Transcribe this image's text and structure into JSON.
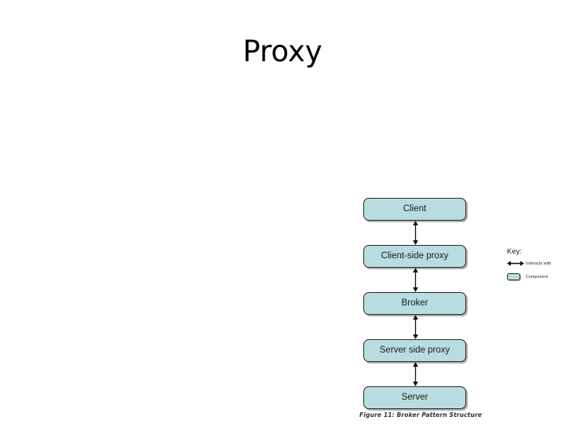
{
  "slide": {
    "title": "Proxy",
    "background_color": "#ffffff"
  },
  "figure": {
    "caption": "Figure 11:  Broker Pattern Structure",
    "component_fill_color": "#b8dde0",
    "component_border_color": "#2b2b2b",
    "nodes": [
      {
        "label": "Client"
      },
      {
        "label": "Client-side proxy"
      },
      {
        "label": "Broker"
      },
      {
        "label": "Server side proxy"
      },
      {
        "label": "Server"
      }
    ],
    "connectors": [
      {
        "from": "Client",
        "to": "Client-side proxy",
        "style": "double-arrow"
      },
      {
        "from": "Client-side proxy",
        "to": "Broker",
        "style": "double-arrow"
      },
      {
        "from": "Broker",
        "to": "Server side proxy",
        "style": "double-arrow"
      },
      {
        "from": "Server side proxy",
        "to": "Server",
        "style": "double-arrow"
      }
    ],
    "legend": {
      "title": "Key:",
      "items": [
        {
          "glyph": "double-arrow-icon",
          "label": "Interacts with"
        },
        {
          "glyph": "component-swatch-icon",
          "label": "Component"
        }
      ]
    }
  }
}
